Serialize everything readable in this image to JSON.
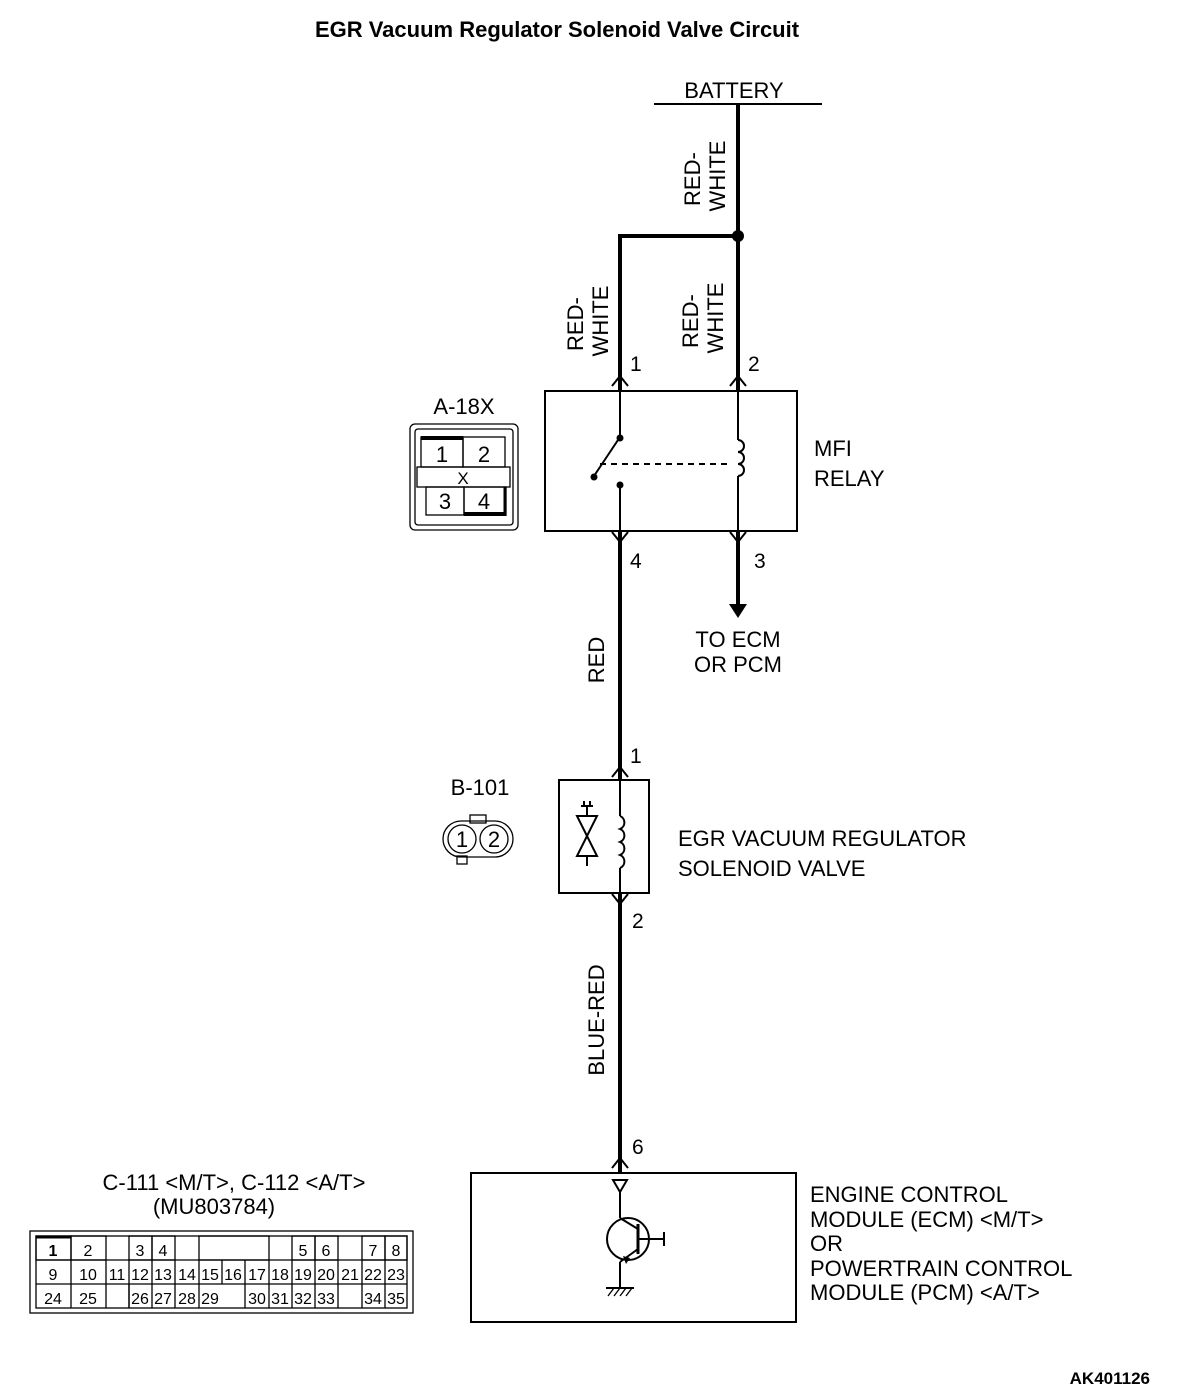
{
  "title": "EGR Vacuum Regulator Solenoid Valve Circuit",
  "battery_label": "BATTERY",
  "wires": {
    "red_white_a": [
      "RED-",
      "WHITE"
    ],
    "red_white_b": [
      "RED-",
      "WHITE"
    ],
    "red_white_c": [
      "RED-",
      "WHITE"
    ],
    "red": "RED",
    "blue_red": "BLUE-RED"
  },
  "relay": {
    "name_line1": "MFI",
    "name_line2": "RELAY",
    "connector": "A-18X",
    "pins": {
      "p1": "1",
      "p2": "2",
      "p3": "3",
      "p4": "4"
    },
    "connector_cells": [
      "1",
      "2",
      "3",
      "4"
    ],
    "connector_mark": "X",
    "to_line1": "TO ECM",
    "to_line2": "OR PCM"
  },
  "valve": {
    "name_line1": "EGR VACUUM REGULATOR",
    "name_line2": "SOLENOID VALVE",
    "connector": "B-101",
    "pins": {
      "p1": "1",
      "p2": "2"
    },
    "connector_cells": [
      "1",
      "2"
    ]
  },
  "ecm": {
    "pin": "6",
    "lines": [
      "ENGINE CONTROL",
      "MODULE (ECM) <M/T>",
      "OR",
      "POWERTRAIN CONTROL",
      "MODULE (PCM) <A/T>"
    ],
    "connector_line1": "C-111 <M/T>, C-112 <A/T>",
    "connector_line2": "(MU803784)",
    "grid_rows": [
      [
        "1",
        "2",
        "",
        "3",
        "4",
        "",
        "",
        "",
        "5",
        "6",
        "",
        "7",
        "8"
      ],
      [
        "9",
        "10",
        "11",
        "12",
        "13",
        "14",
        "15",
        "16",
        "17",
        "18",
        "19",
        "20",
        "21",
        "22",
        "23"
      ],
      [
        "24",
        "25",
        "",
        "26",
        "27",
        "28",
        "29",
        "",
        "30",
        "31",
        "32",
        "33",
        "",
        "34",
        "35"
      ]
    ]
  },
  "figure_code": "AK401126"
}
